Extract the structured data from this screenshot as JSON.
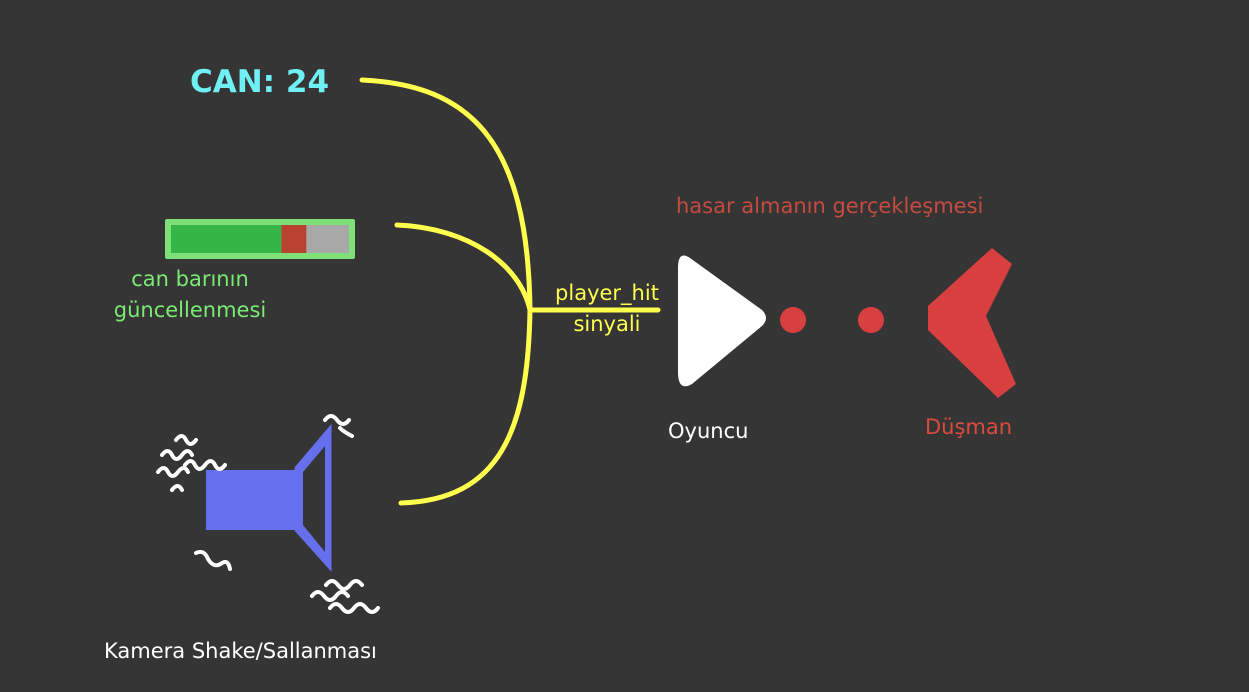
{
  "health_text": "CAN: 24",
  "health_bar": {
    "caption_line1": "can barının",
    "caption_line2": "güncellenmesi",
    "fill_fraction": 0.62,
    "damage_fraction": 0.14
  },
  "signal": {
    "line1": "player_hit",
    "line2": "sinyali"
  },
  "damage_caption": "hasar almanın gerçekleşmesi",
  "player_label": "Oyuncu",
  "enemy_label": "Düşman",
  "camera_caption": "Kamera Shake/Sallanması",
  "colors": {
    "background": "#353535",
    "signal_lines": "#ffff4d",
    "health_text": "#6ff0f5",
    "bar_green": "#35b545",
    "bar_border": "#7fe07a",
    "bar_damage": "#b8422f",
    "bar_empty": "#a8a8a8",
    "enemy": "#d84040",
    "speaker": "#6670ee",
    "player": "#ffffff"
  }
}
